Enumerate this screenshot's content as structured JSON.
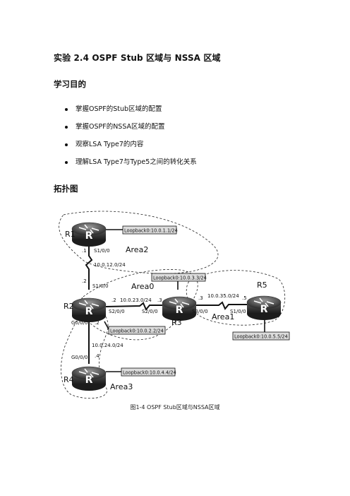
{
  "title": "实验  2.4 OSPF Stub 区域与 NSSA 区域",
  "section_goals": "学习目的",
  "goals": [
    "掌握OSPF的Stub区域的配置",
    "掌握OSPF的NSSA区域的配置",
    "观察LSA Type7的内容",
    "理解LSA Type7与Type5之间的转化关系"
  ],
  "section_topology": "拓扑图",
  "diagram": {
    "routers": [
      {
        "name": "R1",
        "loopback": "Loopback0:10.0.1.1/24"
      },
      {
        "name": "R2",
        "loopback": "Loopback0:10.0.2.2/24"
      },
      {
        "name": "R3",
        "loopback": "Loopback0:10.0.3.3/24"
      },
      {
        "name": "R4",
        "loopback": "Loopback0:10.0.4.4/24"
      },
      {
        "name": "R5",
        "loopback": "Loopback0:10.0.5.5/24"
      }
    ],
    "areas": [
      "Area2",
      "Area0",
      "Area1",
      "Area3"
    ],
    "links": [
      {
        "net": "10.0.12.0/24",
        "a_if": "S1/0/0",
        "a_host": ".1",
        "b_if": "S1/0/0",
        "b_host": ".2"
      },
      {
        "net": "10.0.23.0/24",
        "a_if": "S2/0/0",
        "a_host": ".2",
        "b_if": "S2/0/0",
        "b_host": ".3"
      },
      {
        "net": "10.0.35.0/24",
        "a_if": "S3/0/0",
        "a_host": ".3",
        "b_if": "S1/0/0",
        "b_host": ".5"
      },
      {
        "net": "10.0.24.0/24",
        "a_if": "G0/0/0",
        "a_host": ".2",
        "b_if": "G0/0/0",
        "b_host": ".4"
      }
    ],
    "router_icon_letter": "R",
    "icon": "router-icon"
  },
  "caption": "图1-4 OSPF Stub区域与NSSA区域"
}
